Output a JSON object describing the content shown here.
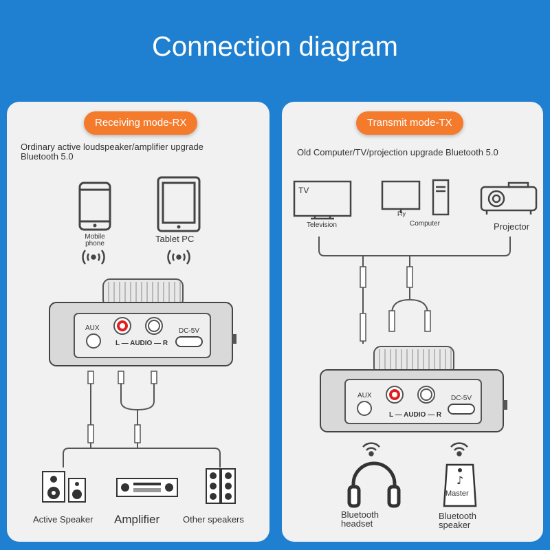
{
  "title": "Connection diagram",
  "rx": {
    "mode": "Receiving mode-RX",
    "desc_line1": "Ordinary active loudspeaker/amplifier upgrade",
    "desc_line2": "Bluetooth 5.0",
    "mobile_line1": "Mobile",
    "mobile_line2": "phone",
    "tablet": "Tablet PC",
    "aux": "AUX",
    "audio": "L — AUDIO — R",
    "dc": "DC-5V",
    "active_speaker": "Active Speaker",
    "amplifier": "Amplifier",
    "other_speakers": "Other speakers"
  },
  "tx": {
    "mode": "Transmit mode-TX",
    "desc": "Old Computer/TV/projection upgrade Bluetooth 5.0",
    "tv": "TV",
    "television": "Television",
    "fly": "Fly",
    "computer": "Computer",
    "projector": "Projector",
    "aux": "AUX",
    "audio": "L — AUDIO — R",
    "dc": "DC-5V",
    "headset_line1": "Bluetooth",
    "headset_line2": "headset",
    "speaker_line1": "Bluetooth",
    "speaker_line2": "speaker",
    "master": "Master"
  },
  "colors": {
    "background": "#1f7fd0",
    "panel": "#f1f1f1",
    "badge": "#f47a2c"
  }
}
